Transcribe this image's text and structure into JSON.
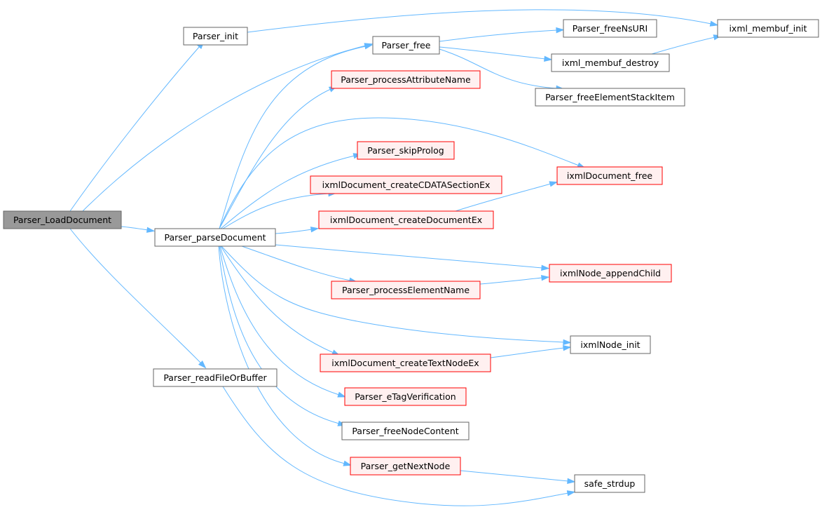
{
  "diagram": {
    "root": "Parser_LoadDocument",
    "nodes": [
      {
        "id": "load",
        "label": "Parser_LoadDocument",
        "style": "selected"
      },
      {
        "id": "init",
        "label": "Parser_init",
        "style": "normal"
      },
      {
        "id": "parse",
        "label": "Parser_parseDocument",
        "style": "normal"
      },
      {
        "id": "readfile",
        "label": "Parser_readFileOrBuffer",
        "style": "normal"
      },
      {
        "id": "free",
        "label": "Parser_free",
        "style": "normal"
      },
      {
        "id": "attrname",
        "label": "Parser_processAttributeName",
        "style": "truncated"
      },
      {
        "id": "skipprolog",
        "label": "Parser_skipProlog",
        "style": "truncated"
      },
      {
        "id": "cdata",
        "label": "ixmlDocument_createCDATASectionEx",
        "style": "truncated"
      },
      {
        "id": "createdoc",
        "label": "ixmlDocument_createDocumentEx",
        "style": "truncated"
      },
      {
        "id": "elemname",
        "label": "Parser_processElementName",
        "style": "truncated"
      },
      {
        "id": "textnode",
        "label": "ixmlDocument_createTextNodeEx",
        "style": "truncated"
      },
      {
        "id": "etag",
        "label": "Parser_eTagVerification",
        "style": "truncated"
      },
      {
        "id": "freenodec",
        "label": "Parser_freeNodeContent",
        "style": "normal"
      },
      {
        "id": "getnext",
        "label": "Parser_getNextNode",
        "style": "truncated"
      },
      {
        "id": "freensuri",
        "label": "Parser_freeNsURI",
        "style": "normal"
      },
      {
        "id": "membufdest",
        "label": "ixml_membuf_destroy",
        "style": "normal"
      },
      {
        "id": "freestack",
        "label": "Parser_freeElementStackItem",
        "style": "normal"
      },
      {
        "id": "docfree",
        "label": "ixmlDocument_free",
        "style": "truncated"
      },
      {
        "id": "appendchild",
        "label": "ixmlNode_appendChild",
        "style": "truncated"
      },
      {
        "id": "nodeinit",
        "label": "ixmlNode_init",
        "style": "normal"
      },
      {
        "id": "strdup",
        "label": "safe_strdup",
        "style": "normal"
      },
      {
        "id": "membufinit",
        "label": "ixml_membuf_init",
        "style": "normal"
      }
    ],
    "edges": [
      {
        "from": "load",
        "to": "init"
      },
      {
        "from": "load",
        "to": "free"
      },
      {
        "from": "load",
        "to": "parse"
      },
      {
        "from": "load",
        "to": "readfile"
      },
      {
        "from": "init",
        "to": "membufinit"
      },
      {
        "from": "free",
        "to": "freensuri"
      },
      {
        "from": "free",
        "to": "membufdest"
      },
      {
        "from": "free",
        "to": "freestack"
      },
      {
        "from": "membufdest",
        "to": "membufinit"
      },
      {
        "from": "parse",
        "to": "free"
      },
      {
        "from": "parse",
        "to": "attrname"
      },
      {
        "from": "parse",
        "to": "docfree"
      },
      {
        "from": "parse",
        "to": "skipprolog"
      },
      {
        "from": "parse",
        "to": "cdata"
      },
      {
        "from": "parse",
        "to": "createdoc"
      },
      {
        "from": "parse",
        "to": "appendchild"
      },
      {
        "from": "parse",
        "to": "elemname"
      },
      {
        "from": "parse",
        "to": "nodeinit"
      },
      {
        "from": "parse",
        "to": "textnode"
      },
      {
        "from": "parse",
        "to": "etag"
      },
      {
        "from": "parse",
        "to": "freenodec"
      },
      {
        "from": "parse",
        "to": "getnext"
      },
      {
        "from": "createdoc",
        "to": "docfree"
      },
      {
        "from": "elemname",
        "to": "appendchild"
      },
      {
        "from": "textnode",
        "to": "nodeinit"
      },
      {
        "from": "getnext",
        "to": "strdup"
      },
      {
        "from": "readfile",
        "to": "strdup"
      }
    ],
    "colors": {
      "edge": "#63b8ff",
      "node_border": "#666666",
      "truncated_border": "#ff0000",
      "truncated_fill": "#fff0f0",
      "selected_fill": "#999999"
    }
  }
}
